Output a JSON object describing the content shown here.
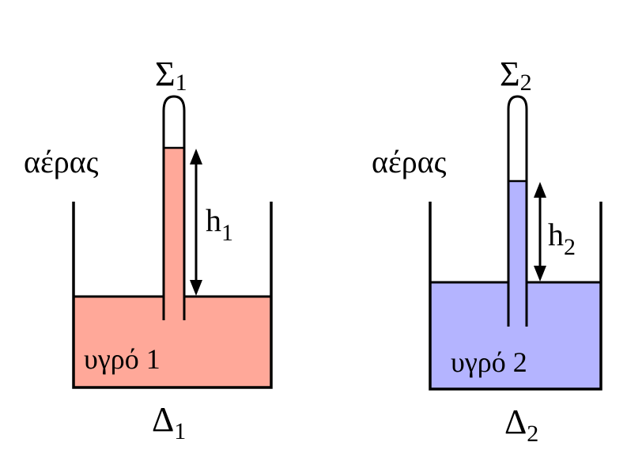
{
  "colors": {
    "liquid1": "#FFA899",
    "liquid2": "#B4B4FF",
    "stroke": "#000000"
  },
  "left": {
    "top_label": {
      "main": "Σ",
      "sub": "1"
    },
    "bottom_label": {
      "main": "Δ",
      "sub": "1"
    },
    "air_label": "αέρας",
    "height_label": {
      "main": "h",
      "sub": "1"
    },
    "liquid_label": "υγρό 1"
  },
  "right": {
    "top_label": {
      "main": "Σ",
      "sub": "2"
    },
    "bottom_label": {
      "main": "Δ",
      "sub": "2"
    },
    "air_label": "αέρας",
    "height_label": {
      "main": "h",
      "sub": "2"
    },
    "liquid_label": "υγρό 2"
  }
}
